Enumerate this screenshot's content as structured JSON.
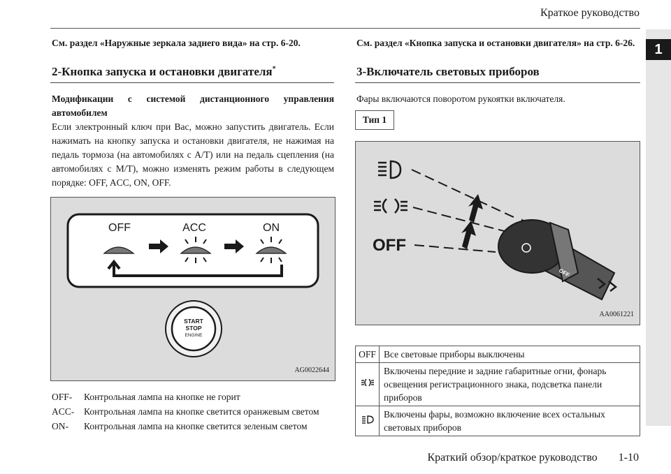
{
  "header": {
    "title": "Краткое руководство",
    "chapter": "1"
  },
  "left": {
    "reference": "См. раздел «Наружные зеркала заднего вида» на стр. 6-20.",
    "section_title": "2-Кнопка запуска и остановки двигателя",
    "section_mark": "*",
    "para_bold": "Модификации с системой дистанционного управления автомобилем",
    "para_text": "Если электронный ключ при Вас, можно запустить двигатель. Если нажимать на кнопку запуска и остановки двигателя, не нажимая на педаль тормоза (на автомобилях с A/T) или на педаль сцепления (на автомобилях с M/T), можно изменять режим работы в следующем порядке: OFF, ACC, ON, OFF.",
    "figure": {
      "label_off": "OFF",
      "label_acc": "ACC",
      "label_on": "ON",
      "button_start": "START",
      "button_stop": "STOP",
      "button_engine": "ENGINE",
      "code": "AG0022644"
    },
    "definitions": [
      {
        "term": "OFF-",
        "desc": "Контрольная лампа на кнопке не горит"
      },
      {
        "term": "ACC-",
        "desc": "Контрольная лампа на кнопке светится оранжевым светом"
      },
      {
        "term": "ON-",
        "desc": "Контрольная лампа на кнопке светится зеленым светом"
      }
    ]
  },
  "right": {
    "reference": "См. раздел «Кнопка запуска и остановки двигателя» на стр. 6-26.",
    "section_title": "3-Включатель световых приборов",
    "intro": "Фары включаются поворотом рукоятки включателя.",
    "type_label": "Тип 1",
    "figure": {
      "off_label": "OFF",
      "knob_off": "OFF",
      "code": "AA0061221"
    },
    "table": [
      {
        "key": "OFF",
        "icon": "",
        "desc": "Все световые приборы выключены"
      },
      {
        "key": "",
        "icon": "parking-lights-icon",
        "desc": "Включены передние и задние габаритные огни, фонарь освещения регистрационного знака, подсветка панели приборов"
      },
      {
        "key": "",
        "icon": "headlight-icon",
        "desc": "Включены фары, возможно включение всех остальных световых приборов"
      }
    ]
  },
  "footer": {
    "section": "Краткий обзор/краткое руководство",
    "page": "1-10"
  }
}
